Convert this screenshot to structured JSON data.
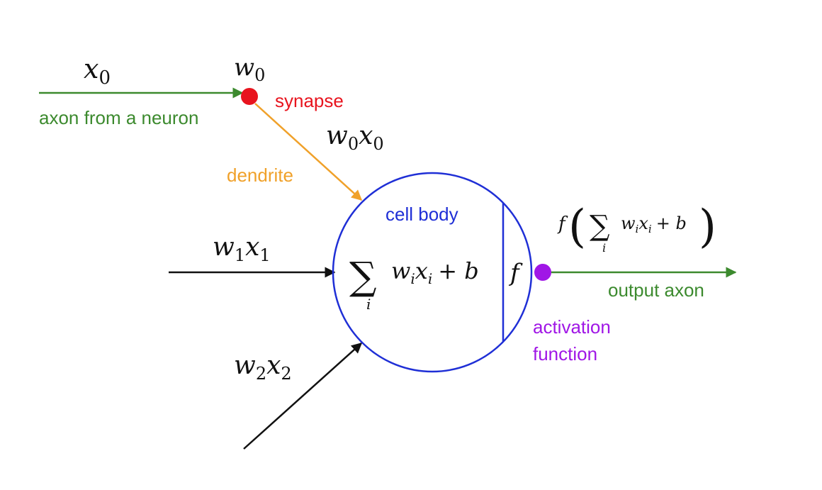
{
  "colors": {
    "axon": "#3c8a2e",
    "synapse": "#e8141e",
    "dendrite": "#f0a12a",
    "cell_body": "#1f2fd6",
    "activation": "#a016e6",
    "input": "#111111",
    "math": "#111111"
  },
  "labels": {
    "axon_from_neuron": "axon from a neuron",
    "synapse": "synapse",
    "dendrite": "dendrite",
    "cell_body": "cell body",
    "output_axon": "output axon",
    "activation_line1": "activation",
    "activation_line2": "function"
  },
  "math": {
    "x0": {
      "base": "x",
      "sub": "0"
    },
    "w0": {
      "base": "w",
      "sub": "0"
    },
    "w0x0": {
      "w": "w",
      "w_sub": "0",
      "x": "x",
      "x_sub": "0"
    },
    "w1x1": {
      "w": "w",
      "w_sub": "1",
      "x": "x",
      "x_sub": "1"
    },
    "w2x2": {
      "w": "w",
      "w_sub": "2",
      "x": "x",
      "x_sub": "2"
    },
    "sum_symbol": "∑",
    "sum_index": "i",
    "sum_term": {
      "w": "w",
      "w_sub": "i",
      "x": "x",
      "x_sub": "i",
      "plus": "+ b"
    },
    "f": "f",
    "output": {
      "f": "f",
      "open": "(",
      "close": ")",
      "w": "w",
      "w_sub": "i",
      "x": "x",
      "x_sub": "i",
      "plus": "+ b"
    }
  }
}
